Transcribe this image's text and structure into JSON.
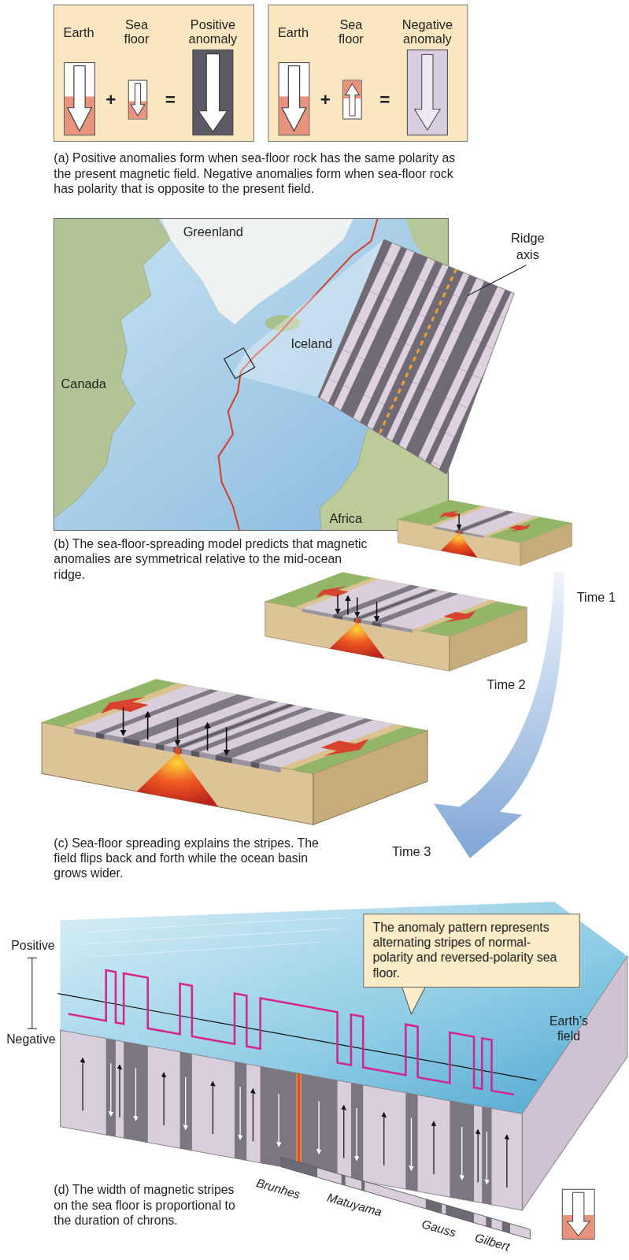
{
  "diagram": {
    "nodes": [
      {
        "text": [
          "Earth",
          "Sea floor",
          "Positive anomaly"
        ]
      },
      {
        "text": [
          "Earth",
          "Sea floor",
          "Negative anomaly"
        ]
      },
      {
        "text": [
          "The anomaly pattern represents alternating stripes of normal-polarity and reversed-polarity sea floor."
        ]
      }
    ],
    "labels": [
      "+",
      "=",
      "+",
      "=",
      "(a) Positive anomalies form when sea-floor rock has the same polarity as the present magnetic field. Negative anomalies form when sea-floor rock has polarity that is opposite to the present field.",
      "Greenland",
      "Ridge axis",
      "Iceland",
      "Canada",
      "Africa",
      "(b) The sea-floor-spreading model predicts that magnetic anomalies are symmetrical relative to the mid-ocean ridge.",
      "Time 1",
      "Time 2",
      "Time 3",
      "(c) Sea-floor spreading explains the stripes. The field flips back and forth while the ocean basin grows wider.",
      "Positive",
      "Negative",
      "Earth’s field",
      "(d) The width of magnetic stripes on the sea floor is proportional to the duration of chrons.",
      "Brunhes",
      "Matuyama",
      "Gauss",
      "Gilbert"
    ]
  }
}
